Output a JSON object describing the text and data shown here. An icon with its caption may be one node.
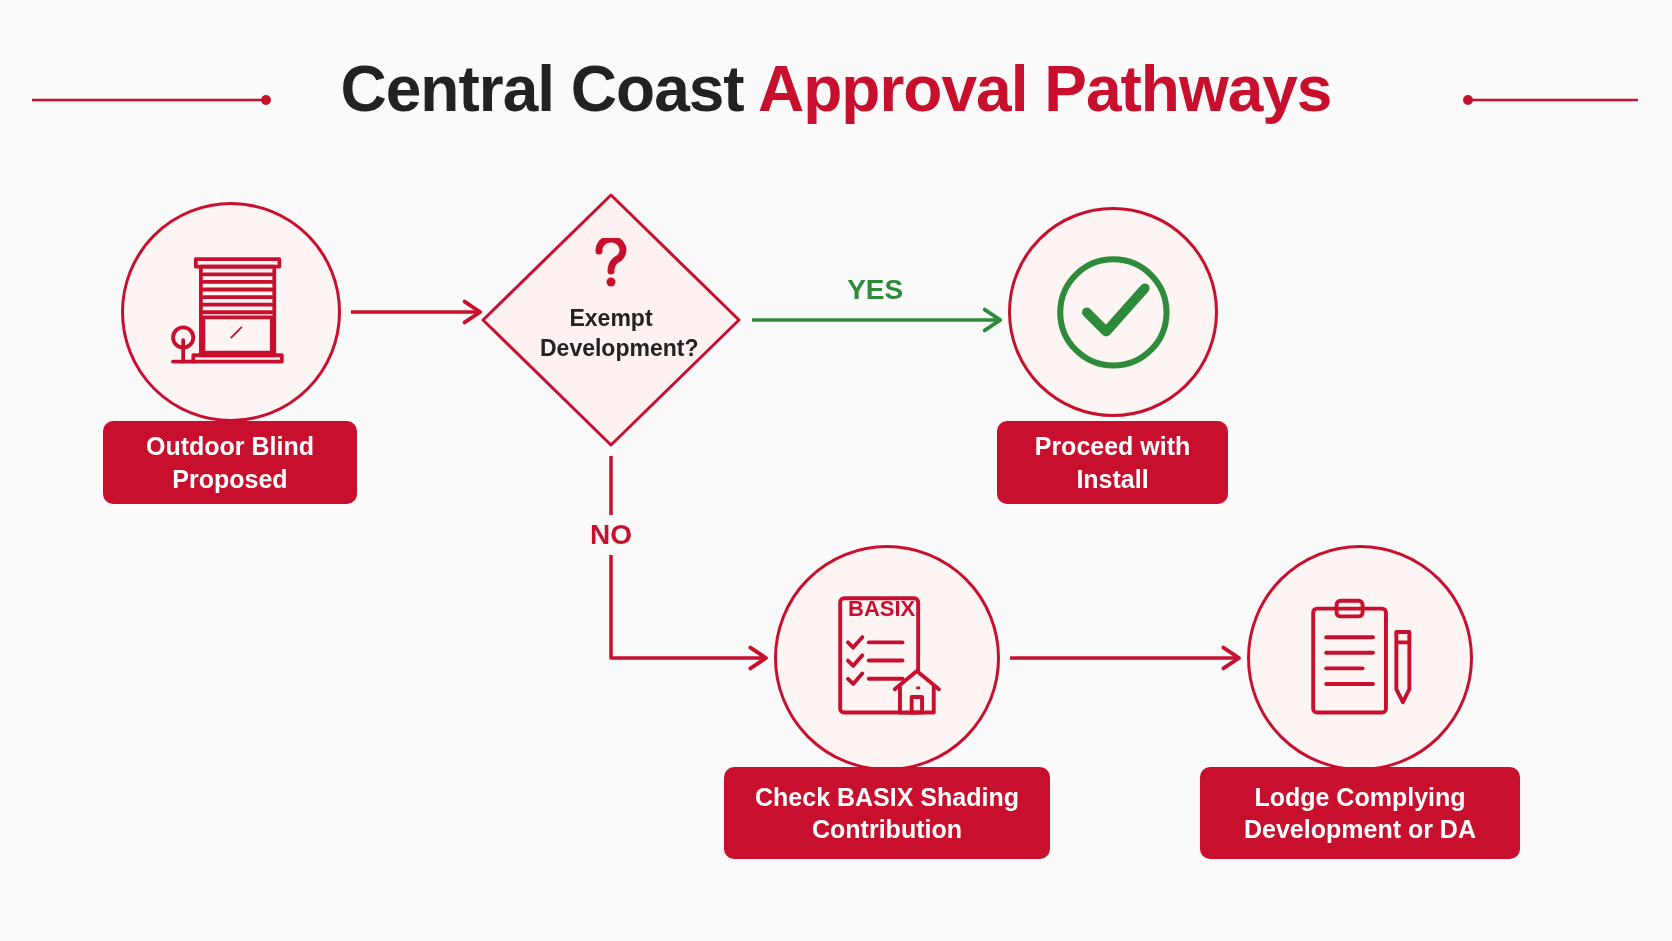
{
  "diagram": {
    "title": "Central Coast **Approval Pathways**",
    "nodes": [
      {
        "text": [
          "Outdoor Blind Proposed"
        ]
      },
      {
        "text": [
          "Exempt Development?"
        ]
      },
      {
        "text": [
          "Proceed with Install"
        ]
      },
      {
        "text": [
          "Check BASIX Shading Contribution"
        ]
      },
      {
        "text": [
          "Lodge Complying Development or DA"
        ]
      }
    ],
    "edges": [
      {
        "from": 0,
        "to": 1,
        "arrow": "to"
      },
      {
        "from": 1,
        "to": 2,
        "arrow": "to",
        "label": "YES",
        "color": "#2e8b3a"
      },
      {
        "from": 1,
        "to": 3,
        "arrow": "to",
        "label": "NO"
      },
      {
        "from": 3,
        "to": 4,
        "arrow": "to"
      }
    ],
    "labels": [
      "BASIX"
    ]
  }
}
